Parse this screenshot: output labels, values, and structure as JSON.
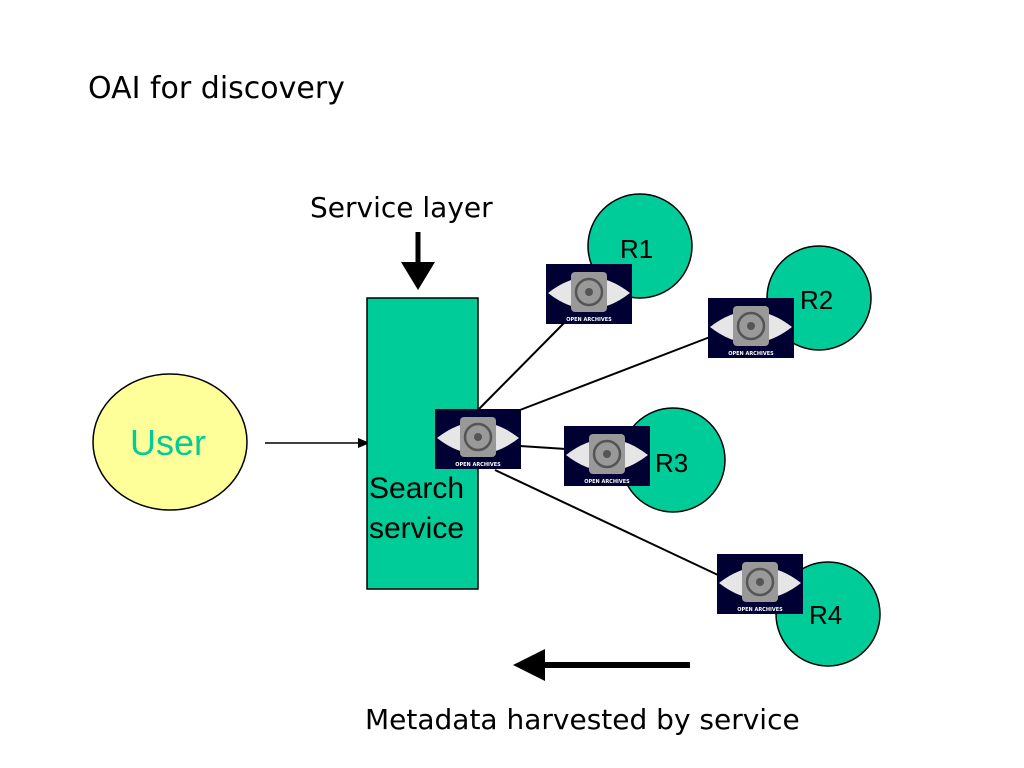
{
  "title": "OAI for discovery",
  "service_layer_label": "Service layer",
  "user_label": "User",
  "search_service": {
    "line1": "Search",
    "line2": "service"
  },
  "repositories": [
    {
      "label": "R1"
    },
    {
      "label": "R2"
    },
    {
      "label": "R3"
    },
    {
      "label": "R4"
    }
  ],
  "logo_caption": "OPEN ARCHIVES",
  "harvest_caption": "Metadata harvested by service",
  "colors": {
    "repository_fill": "#00cc99",
    "search_service_fill": "#00cc99",
    "user_fill": "#ffff99",
    "user_text": "#00cc99",
    "logo_background": "#000033",
    "logo_eye": "#e6e6e6",
    "logo_disc": "#999999"
  }
}
